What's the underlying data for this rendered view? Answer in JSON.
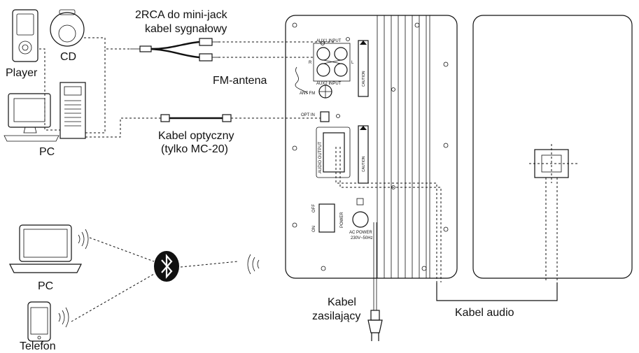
{
  "labels": {
    "cable_rca": [
      "2RCA do mini-jack",
      "kabel sygnałowy"
    ],
    "player": "Player",
    "cd": "CD",
    "pc_top": "PC",
    "fm_antenna": "FM-antena",
    "optical_cable": [
      "Kabel optyczny",
      "(tylko MC-20)"
    ],
    "pc_bottom": "PC",
    "phone": "Telefon",
    "power_cable": [
      "Kabel",
      "zasilający"
    ],
    "audio_cable": "Kabel audio"
  },
  "panel": {
    "aux1_input": "AUX1 INPUT",
    "aux2_input": "AUX2 INPUT",
    "r": "R",
    "l": "L",
    "ant_fm": "ANT FM",
    "opt_in": "OPT IN",
    "audio_output": "AUDIO OUTPUT",
    "power": "POWER",
    "on": "ON",
    "off": "OFF",
    "ac_power": "AC POWER",
    "ac_spec": "230V~50Hz",
    "caution": "CAUTION"
  },
  "icons": [
    "mp3-player-icon",
    "cd-player-icon",
    "desktop-pc-icon",
    "laptop-icon",
    "smartphone-icon",
    "bluetooth-icon",
    "power-plug-icon"
  ]
}
